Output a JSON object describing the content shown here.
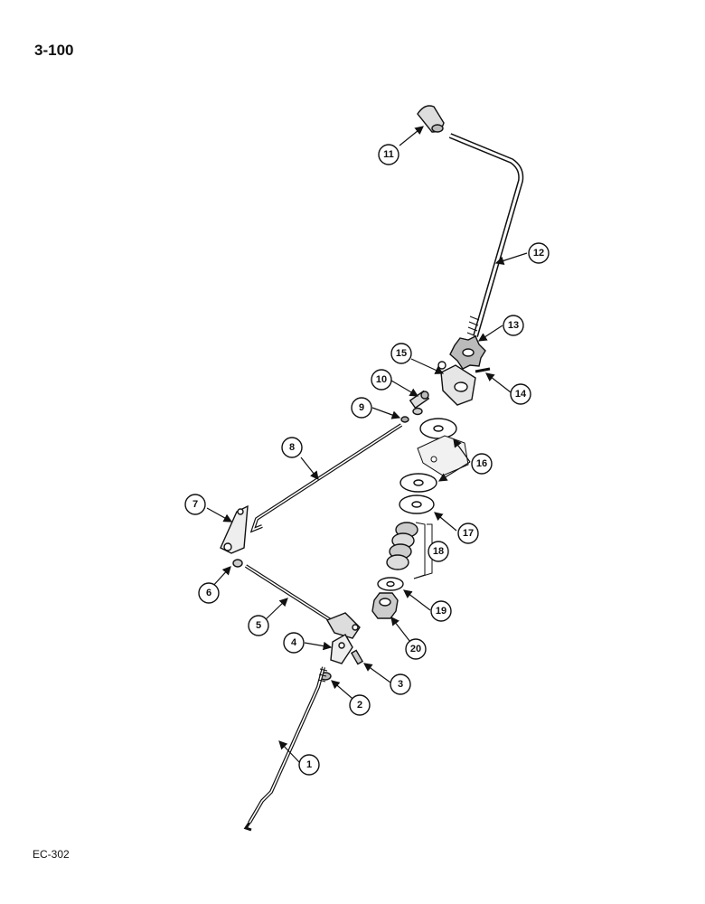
{
  "page_number": "3-100",
  "figure_code": "EC-302",
  "callouts": [
    {
      "id": "c1",
      "label": "1"
    },
    {
      "id": "c2",
      "label": "2"
    },
    {
      "id": "c3",
      "label": "3"
    },
    {
      "id": "c4",
      "label": "4"
    },
    {
      "id": "c5",
      "label": "5"
    },
    {
      "id": "c6",
      "label": "6"
    },
    {
      "id": "c7",
      "label": "7"
    },
    {
      "id": "c8",
      "label": "8"
    },
    {
      "id": "c9",
      "label": "9"
    },
    {
      "id": "c10",
      "label": "10"
    },
    {
      "id": "c11",
      "label": "11"
    },
    {
      "id": "c12",
      "label": "12"
    },
    {
      "id": "c13",
      "label": "13"
    },
    {
      "id": "c14",
      "label": "14"
    },
    {
      "id": "c15",
      "label": "15"
    },
    {
      "id": "c16",
      "label": "16"
    },
    {
      "id": "c17",
      "label": "17"
    },
    {
      "id": "c18",
      "label": "18"
    },
    {
      "id": "c19",
      "label": "19"
    },
    {
      "id": "c20",
      "label": "20"
    }
  ]
}
